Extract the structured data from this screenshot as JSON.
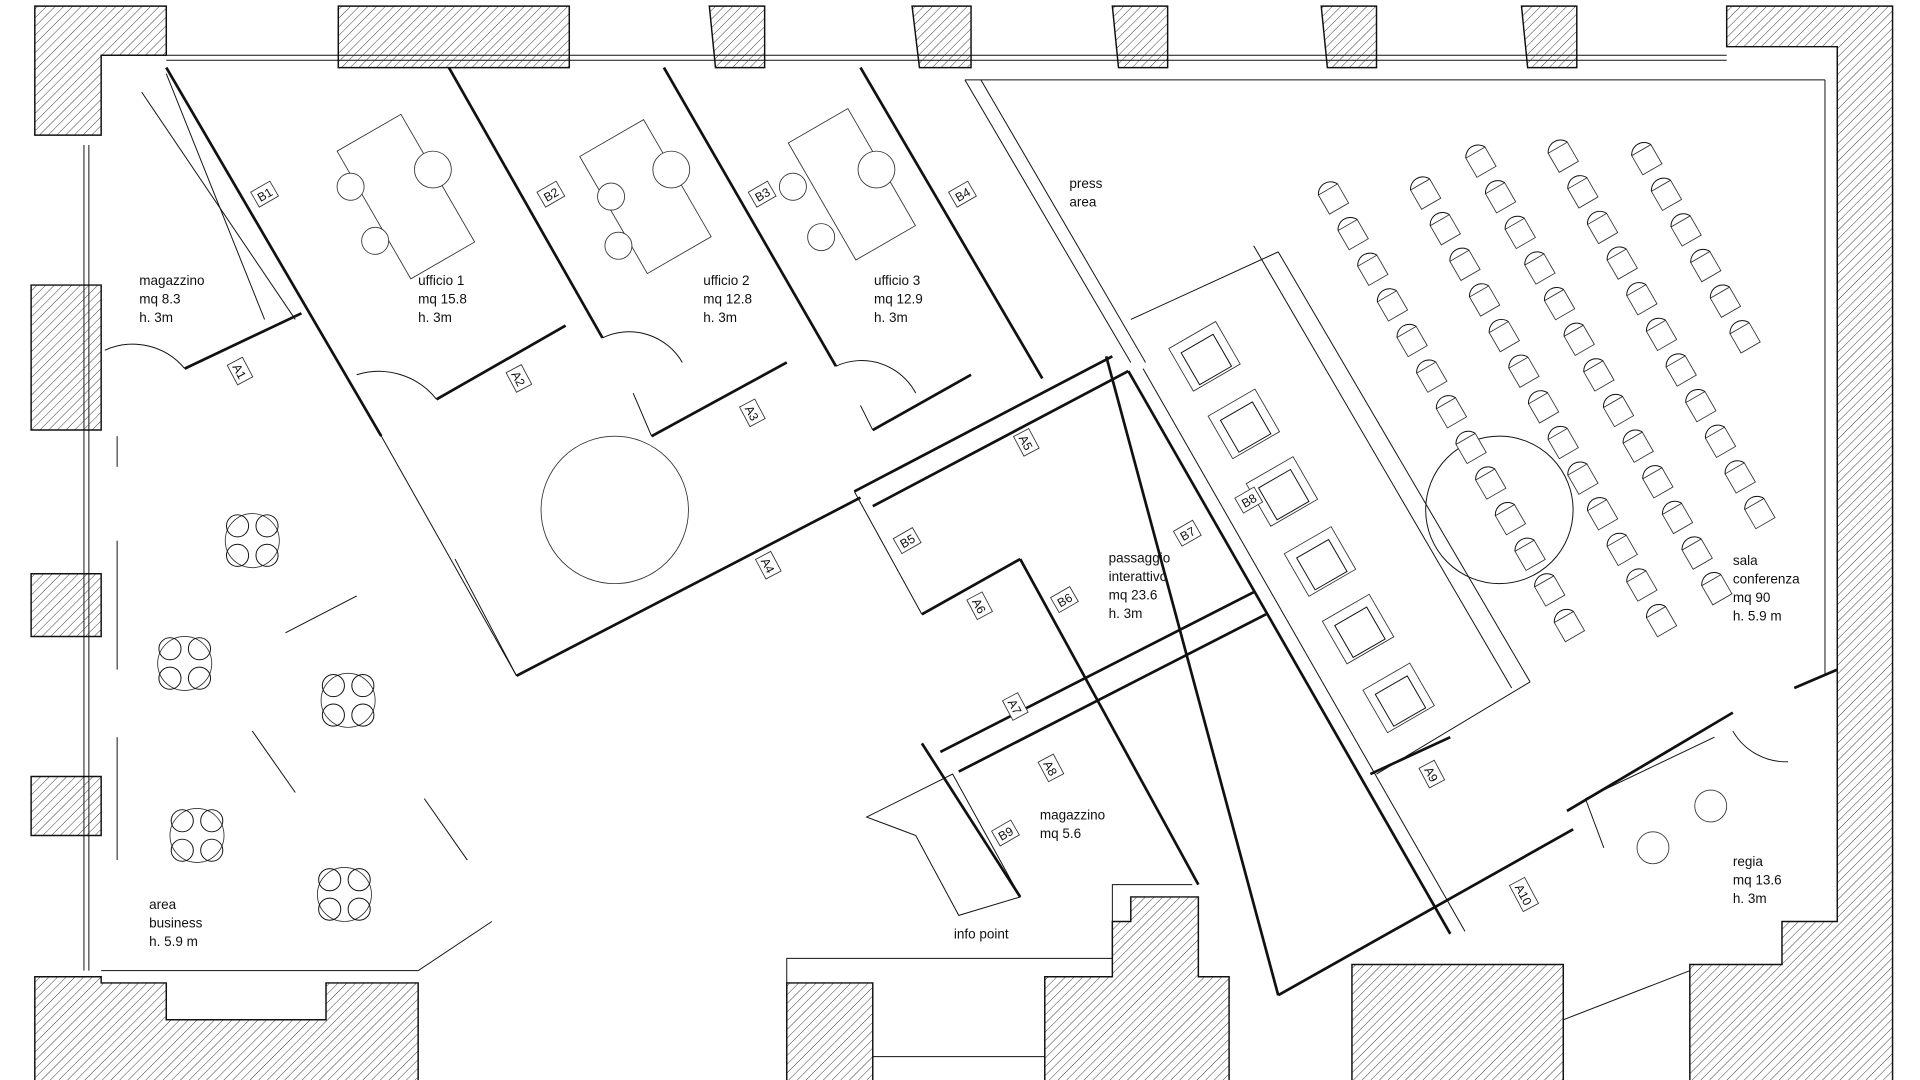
{
  "rooms": {
    "magazzino1": {
      "name": "magazzino",
      "area": "mq 8.3",
      "height": "h. 3m"
    },
    "ufficio1": {
      "name": "ufficio 1",
      "area": "mq 15.8",
      "height": "h. 3m"
    },
    "ufficio2": {
      "name": "ufficio 2",
      "area": "mq 12.8",
      "height": "h. 3m"
    },
    "ufficio3": {
      "name": "ufficio 3",
      "area": "mq 12.9",
      "height": "h. 3m"
    },
    "press": {
      "line1": "press",
      "line2": "area"
    },
    "passaggio": {
      "line1": "passaggio",
      "line2": "interattivo",
      "area": "mq 23.6",
      "height": "h. 3m"
    },
    "sala": {
      "line1": "sala",
      "line2": "conferenza",
      "area": "mq 90",
      "height": "h. 5.9 m"
    },
    "magazzino2": {
      "name": "magazzino",
      "area": "mq 5.6"
    },
    "regia": {
      "name": "regia",
      "area": "mq 13.6",
      "height": "h. 3m"
    },
    "business": {
      "line1": "area",
      "line2": "business",
      "height": "h. 5.9 m"
    },
    "info": {
      "name": "info point"
    }
  },
  "tags": {
    "B1": "B1",
    "B2": "B2",
    "B3": "B3",
    "B4": "B4",
    "B5": "B5",
    "B6": "B6",
    "B7": "B7",
    "B8": "B8",
    "B9": "B9",
    "A1": "A1",
    "A2": "A2",
    "A3": "A3",
    "A4": "A4",
    "A5": "A5",
    "A6": "A6",
    "A7": "A7",
    "A8": "A8",
    "A9": "A9",
    "A10": "A10"
  }
}
